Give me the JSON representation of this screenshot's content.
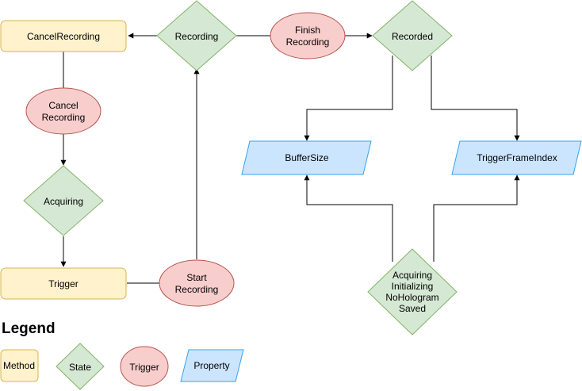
{
  "colors": {
    "method_fill": "#fff2cc",
    "method_stroke": "#d6b656",
    "state_fill": "#d5e8d4",
    "state_stroke": "#82b366",
    "trigger_fill": "#f8cecc",
    "trigger_stroke": "#b85450",
    "property_fill": "#cce5ff",
    "property_stroke": "#36a2eb"
  },
  "nodes": {
    "cancel_recording_method": "CancelRecording",
    "recording_state": "Recording",
    "finish_recording_trigger": [
      "Finish",
      "Recording"
    ],
    "recorded_state": "Recorded",
    "cancel_recording_trigger": [
      "Cancel",
      "Recording"
    ],
    "acquiring_state": "Acquiring",
    "trigger_method": "Trigger",
    "start_recording_trigger": [
      "Start",
      "Recording"
    ],
    "buffer_size_property": "BufferSize",
    "trigger_frame_index_property": "TriggerFrameIndex",
    "multi_state": [
      "Acquiring",
      "Initializing",
      "NoHologram",
      "Saved"
    ]
  },
  "legend": {
    "title": "Legend",
    "method": "Method",
    "state": "State",
    "trigger": "Trigger",
    "property": "Property"
  }
}
